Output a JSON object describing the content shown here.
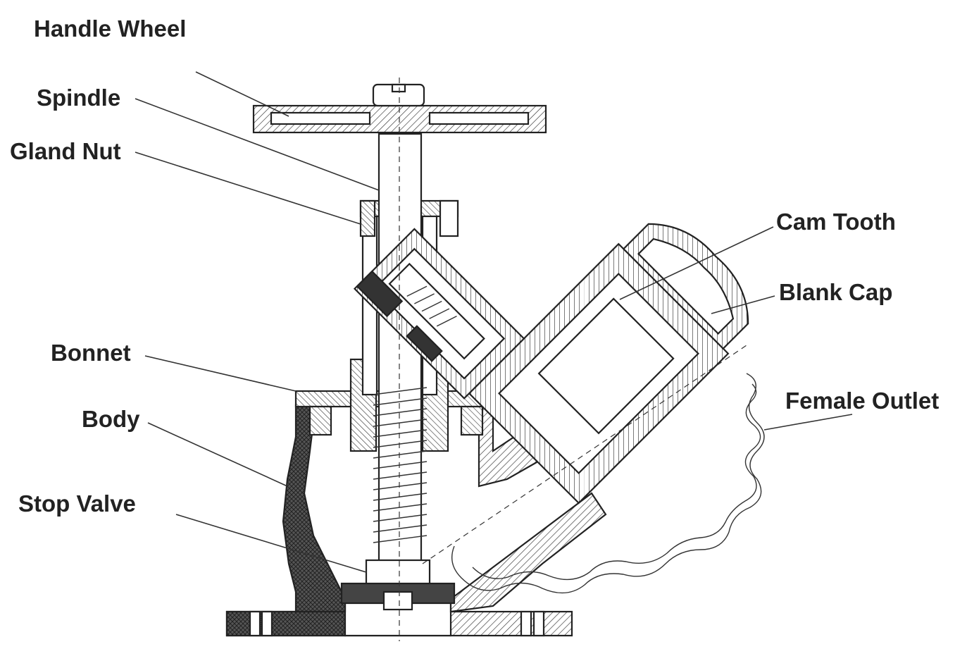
{
  "labels": {
    "handle_wheel": "Handle Wheel",
    "spindle": "Spindle",
    "gland_nut": "Gland Nut",
    "bonnet": "Bonnet",
    "body": "Body",
    "stop_valve": "Stop Valve",
    "cam_tooth": "Cam Tooth",
    "blank_cap": "Blank Cap",
    "female_outlet": "Female Outlet"
  },
  "colors": {
    "ink": "#222222",
    "dark_fill": "#3a3a3a",
    "background": "#ffffff"
  }
}
